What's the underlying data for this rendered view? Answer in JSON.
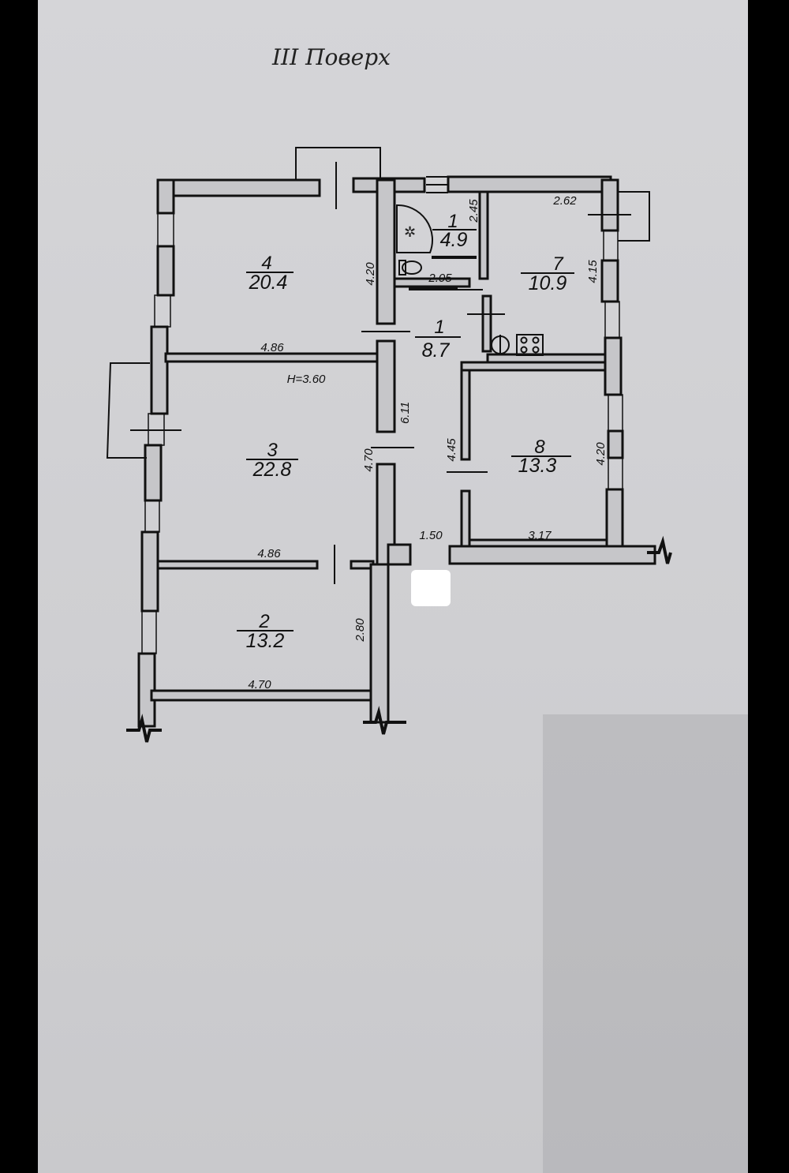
{
  "title": "III Поверх",
  "ceiling_height": "H=3.60",
  "rooms": [
    {
      "id": "4",
      "number": "4",
      "area": "20.4"
    },
    {
      "id": "3",
      "number": "3",
      "area": "22.8"
    },
    {
      "id": "2",
      "number": "2",
      "area": "13.2"
    },
    {
      "id": "1a",
      "number": "1",
      "area": "4.9"
    },
    {
      "id": "1b",
      "number": "1",
      "area": "8.7"
    },
    {
      "id": "7",
      "number": "7",
      "area": "10.9"
    },
    {
      "id": "8",
      "number": "8",
      "area": "13.3"
    }
  ],
  "dimensions": {
    "room4_width": "4.86",
    "room4_height": "4.20",
    "room3_width": "4.86",
    "room3_height": "4.70",
    "room2_width": "4.70",
    "room2_height": "2.80",
    "bath_width": "2.05",
    "bath_height": "2.45",
    "corridor_length": "6.11",
    "corridor_width": "1.50",
    "corridor_lower": "4.45",
    "room7_width": "2.62",
    "room7_height": "4.15",
    "room8_width": "3.17",
    "room8_height": "4.20"
  }
}
